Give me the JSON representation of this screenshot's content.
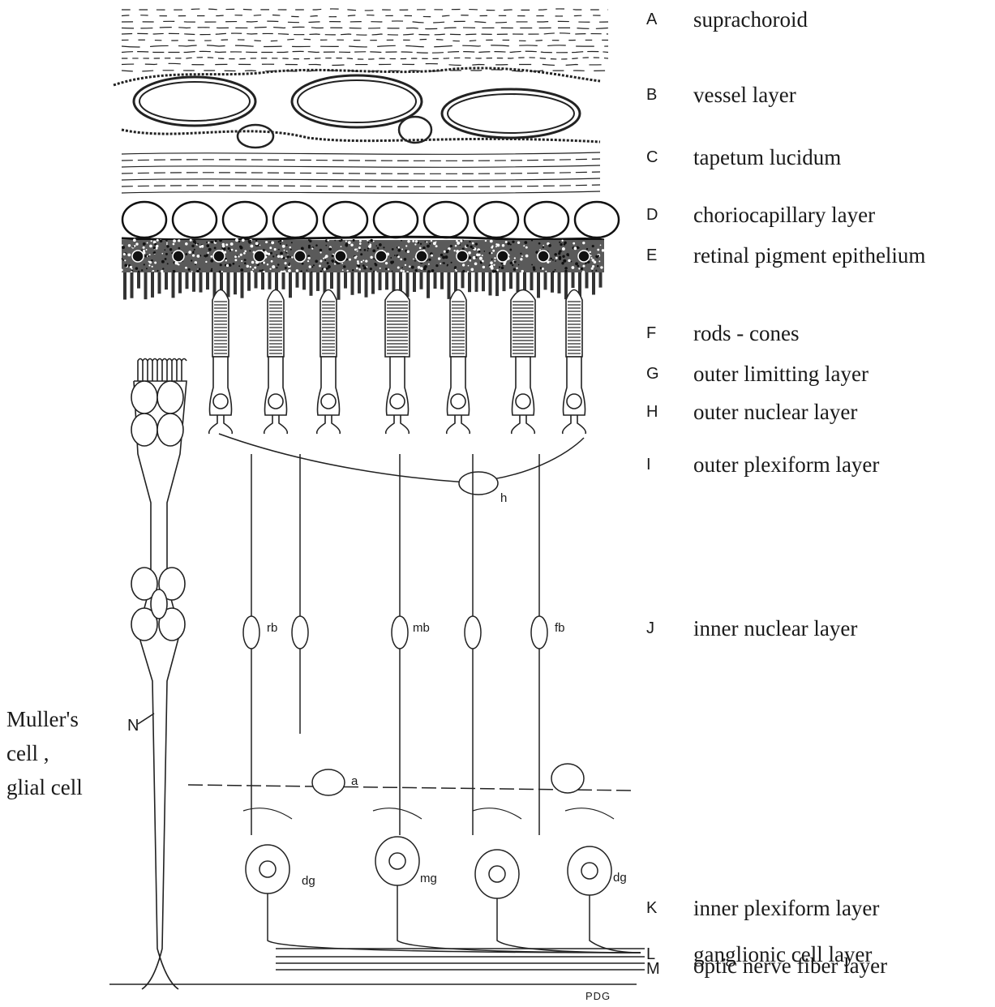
{
  "layers": [
    {
      "letter": "A",
      "name": "suprachoroid"
    },
    {
      "letter": "B",
      "name": "vessel layer"
    },
    {
      "letter": "C",
      "name": "tapetum lucidum"
    },
    {
      "letter": "D",
      "name": "choriocapillary layer"
    },
    {
      "letter": "E",
      "name": "retinal pigment epithelium"
    },
    {
      "letter": "F",
      "name": "rods - cones"
    },
    {
      "letter": "G",
      "name": "outer limitting layer"
    },
    {
      "letter": "H",
      "name": "outer nuclear layer"
    },
    {
      "letter": "I",
      "name": "outer plexiform layer"
    },
    {
      "letter": "J",
      "name": "inner nuclear layer"
    },
    {
      "letter": "K",
      "name": "inner plexiform layer"
    },
    {
      "letter": "L",
      "name": "ganglionic cell layer"
    },
    {
      "letter": "M",
      "name": "optic nerve fiber layer"
    }
  ],
  "cell_labels": {
    "h": "h",
    "rb": "rb",
    "mb": "mb",
    "fb": "fb",
    "a": "a",
    "dg_left": "dg",
    "mg": "mg",
    "dg_right": "dg",
    "n": "N"
  },
  "muller": {
    "line1": "Muller's",
    "line2": "cell ,",
    "line3": "glial cell"
  },
  "signature": "PDG"
}
